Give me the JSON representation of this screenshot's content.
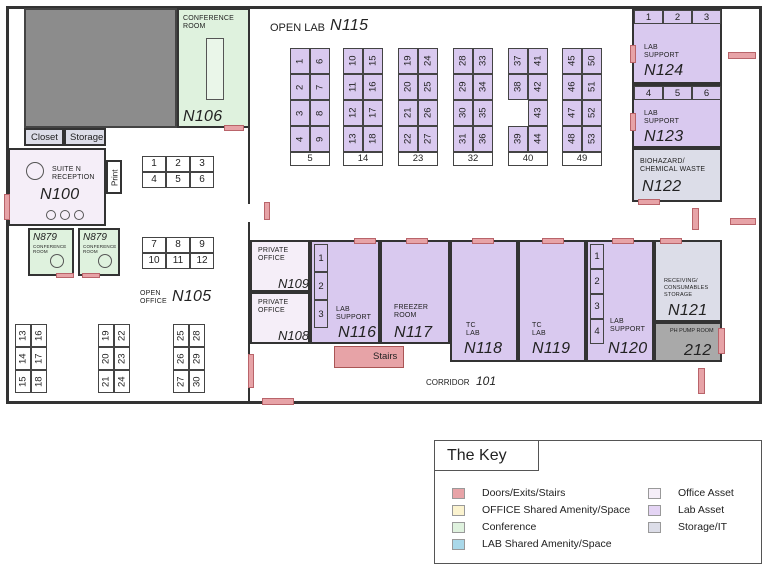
{
  "rooms": {
    "open_lab": {
      "name": "OPEN LAB",
      "number": "N115"
    },
    "conference_top": {
      "name": "CONFERENCE ROOM",
      "number": "N106"
    },
    "closet": {
      "name": "Closet"
    },
    "storage": {
      "name": "Storage"
    },
    "reception": {
      "name": "SUITE N RECEPTION",
      "number": "N100"
    },
    "print": {
      "name": "Print"
    },
    "conf_small_1": {
      "name": "CONFERENCE ROOM",
      "number": "N879"
    },
    "conf_small_2": {
      "name": "CONFERENCE ROOM",
      "number": "N879"
    },
    "open_office": {
      "name": "OPEN OFFICE",
      "number": "N105"
    },
    "private_office_1": {
      "name": "PRIVATE OFFICE",
      "number": "N109"
    },
    "private_office_2": {
      "name": "PRIVATE OFFICE",
      "number": "N108"
    },
    "lab_support_116": {
      "name": "LAB SUPPORT",
      "number": "N116"
    },
    "freezer": {
      "name": "FREEZER ROOM",
      "number": "N117"
    },
    "tc_118": {
      "name": "TC LAB",
      "number": "N118"
    },
    "tc_119": {
      "name": "TC LAB",
      "number": "N119"
    },
    "lab_support_120": {
      "name": "LAB SUPPORT",
      "number": "N120"
    },
    "receiving": {
      "name": "RECEIVING/ CONSUMABLES STORAGE",
      "number": "N121"
    },
    "ph_pump": {
      "name": "PH PUMP ROOM",
      "number": "212"
    },
    "biohazard": {
      "name": "BIOHAZARD/ CHEMICAL WASTE",
      "number": "N122"
    },
    "lab_support_123": {
      "name": "LAB SUPPORT",
      "number": "N123"
    },
    "lab_support_124": {
      "name": "LAB SUPPORT",
      "number": "N124"
    },
    "stairs": {
      "name": "Stairs"
    },
    "corridor": {
      "name": "CORRIDOR",
      "number": "101"
    }
  },
  "lab_support_124_desks": [
    "1",
    "2",
    "3"
  ],
  "lab_support_123_desks": [
    "4",
    "5",
    "6"
  ],
  "lab_support_116_desks": [
    "1",
    "2",
    "3"
  ],
  "lab_support_120_desks": [
    "1",
    "2",
    "3",
    "4"
  ],
  "open_office_grid_top": [
    "1",
    "2",
    "3",
    "4",
    "5",
    "6"
  ],
  "open_office_grid_mid": [
    "7",
    "8",
    "9",
    "10",
    "11",
    "12"
  ],
  "open_office_bottom": {
    "col1": [
      "13",
      "14",
      "15"
    ],
    "col2": [
      "16",
      "17",
      "18"
    ],
    "col3": [
      "19",
      "20",
      "21"
    ],
    "col4": [
      "22",
      "23",
      "24"
    ],
    "col5": [
      "25",
      "26",
      "27"
    ],
    "col6": [
      "28",
      "29",
      "30"
    ]
  },
  "open_lab_benches": [
    {
      "left": [
        "1",
        "2",
        "3",
        "4"
      ],
      "right": [
        "6",
        "7",
        "8",
        "9"
      ],
      "end": "5"
    },
    {
      "left": [
        "10",
        "11",
        "12",
        "13"
      ],
      "right": [
        "15",
        "16",
        "17",
        "18"
      ],
      "end": "14"
    },
    {
      "left": [
        "19",
        "20",
        "21",
        "22"
      ],
      "right": [
        "24",
        "25",
        "26",
        "27"
      ],
      "end": "23"
    },
    {
      "left": [
        "28",
        "29",
        "30",
        "31"
      ],
      "right": [
        "33",
        "34",
        "35",
        "36"
      ],
      "end": "32"
    },
    {
      "left": [
        "37",
        "38",
        "39"
      ],
      "right": [
        "41",
        "42",
        "43",
        "44"
      ],
      "end": "40"
    },
    {
      "left": [
        "45",
        "46",
        "47",
        "48"
      ],
      "right": [
        "50",
        "51",
        "52",
        "53"
      ],
      "end": "49"
    }
  ],
  "key": {
    "title": "The Key",
    "items": [
      {
        "label": "Doors/Exits/Stairs",
        "color": "#e7a3a7"
      },
      {
        "label": "OFFICE Shared Amenity/Space",
        "color": "#fbf3cf"
      },
      {
        "label": "Conference",
        "color": "#dff2de"
      },
      {
        "label": "LAB Shared Amenity/Space",
        "color": "#a9d8e9"
      },
      {
        "label": "Office Asset",
        "color": "#f5eef8"
      },
      {
        "label": "Lab Asset",
        "color": "#e4d4f4"
      },
      {
        "label": "Storage/IT",
        "color": "#dcdde8"
      }
    ]
  }
}
